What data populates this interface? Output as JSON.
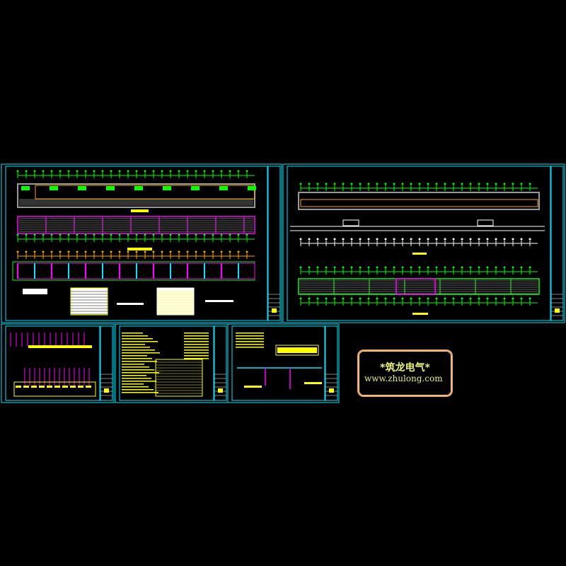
{
  "drawing": {
    "sheets": [
      "plan-sheet-1",
      "plan-sheet-2",
      "system-diagram-sheet",
      "notes-sheet",
      "detail-sheet"
    ],
    "colors": {
      "frame": "#00e5ff",
      "wall": "#ff00ff",
      "axis": "#00ff00",
      "text": "#ffff00",
      "white": "#ffffff",
      "orange": "#ffa500"
    }
  },
  "watermark": {
    "title": "*筑龙电气*",
    "url": "www.zhulong.com",
    "border_color": "#f2a86a",
    "text_color": "#e8f07a"
  }
}
